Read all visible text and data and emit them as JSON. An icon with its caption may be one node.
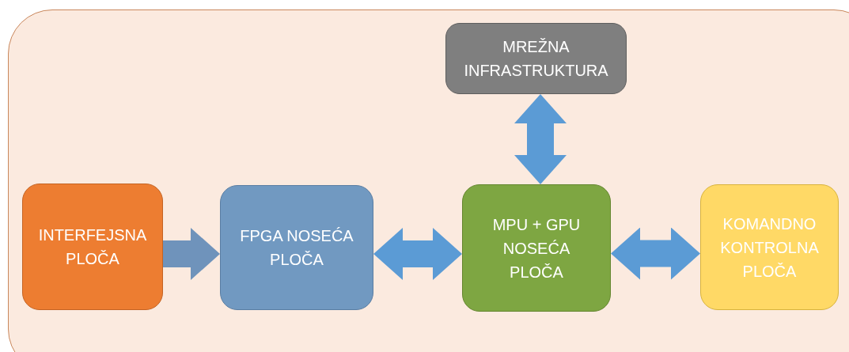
{
  "diagram": {
    "nodes": [
      {
        "text": [],
        "shape": "box"
      },
      {
        "text": [
          "INTERFEJSNA PLOČA"
        ],
        "in": 0
      },
      {
        "text": [
          "FPGA NOSEĆA PLOČA"
        ],
        "in": 0
      },
      {
        "text": [
          "MPU + GPU NOSEĆA PLOČA"
        ],
        "in": 0
      },
      {
        "text": [
          "KOMANDNO KONTROLNA PLOČA"
        ],
        "in": 0
      },
      {
        "text": [
          "MREŽNA INFRASTRUKTURA"
        ],
        "in": 0
      }
    ],
    "edges": [
      {
        "from": 1,
        "to": 2,
        "arrow": "to",
        "color": "#6f93bb"
      },
      {
        "from": 2,
        "to": 3,
        "arrow": "both"
      },
      {
        "from": 3,
        "to": 4,
        "arrow": "both"
      },
      {
        "from": 5,
        "to": 3,
        "arrow": "both"
      }
    ]
  }
}
